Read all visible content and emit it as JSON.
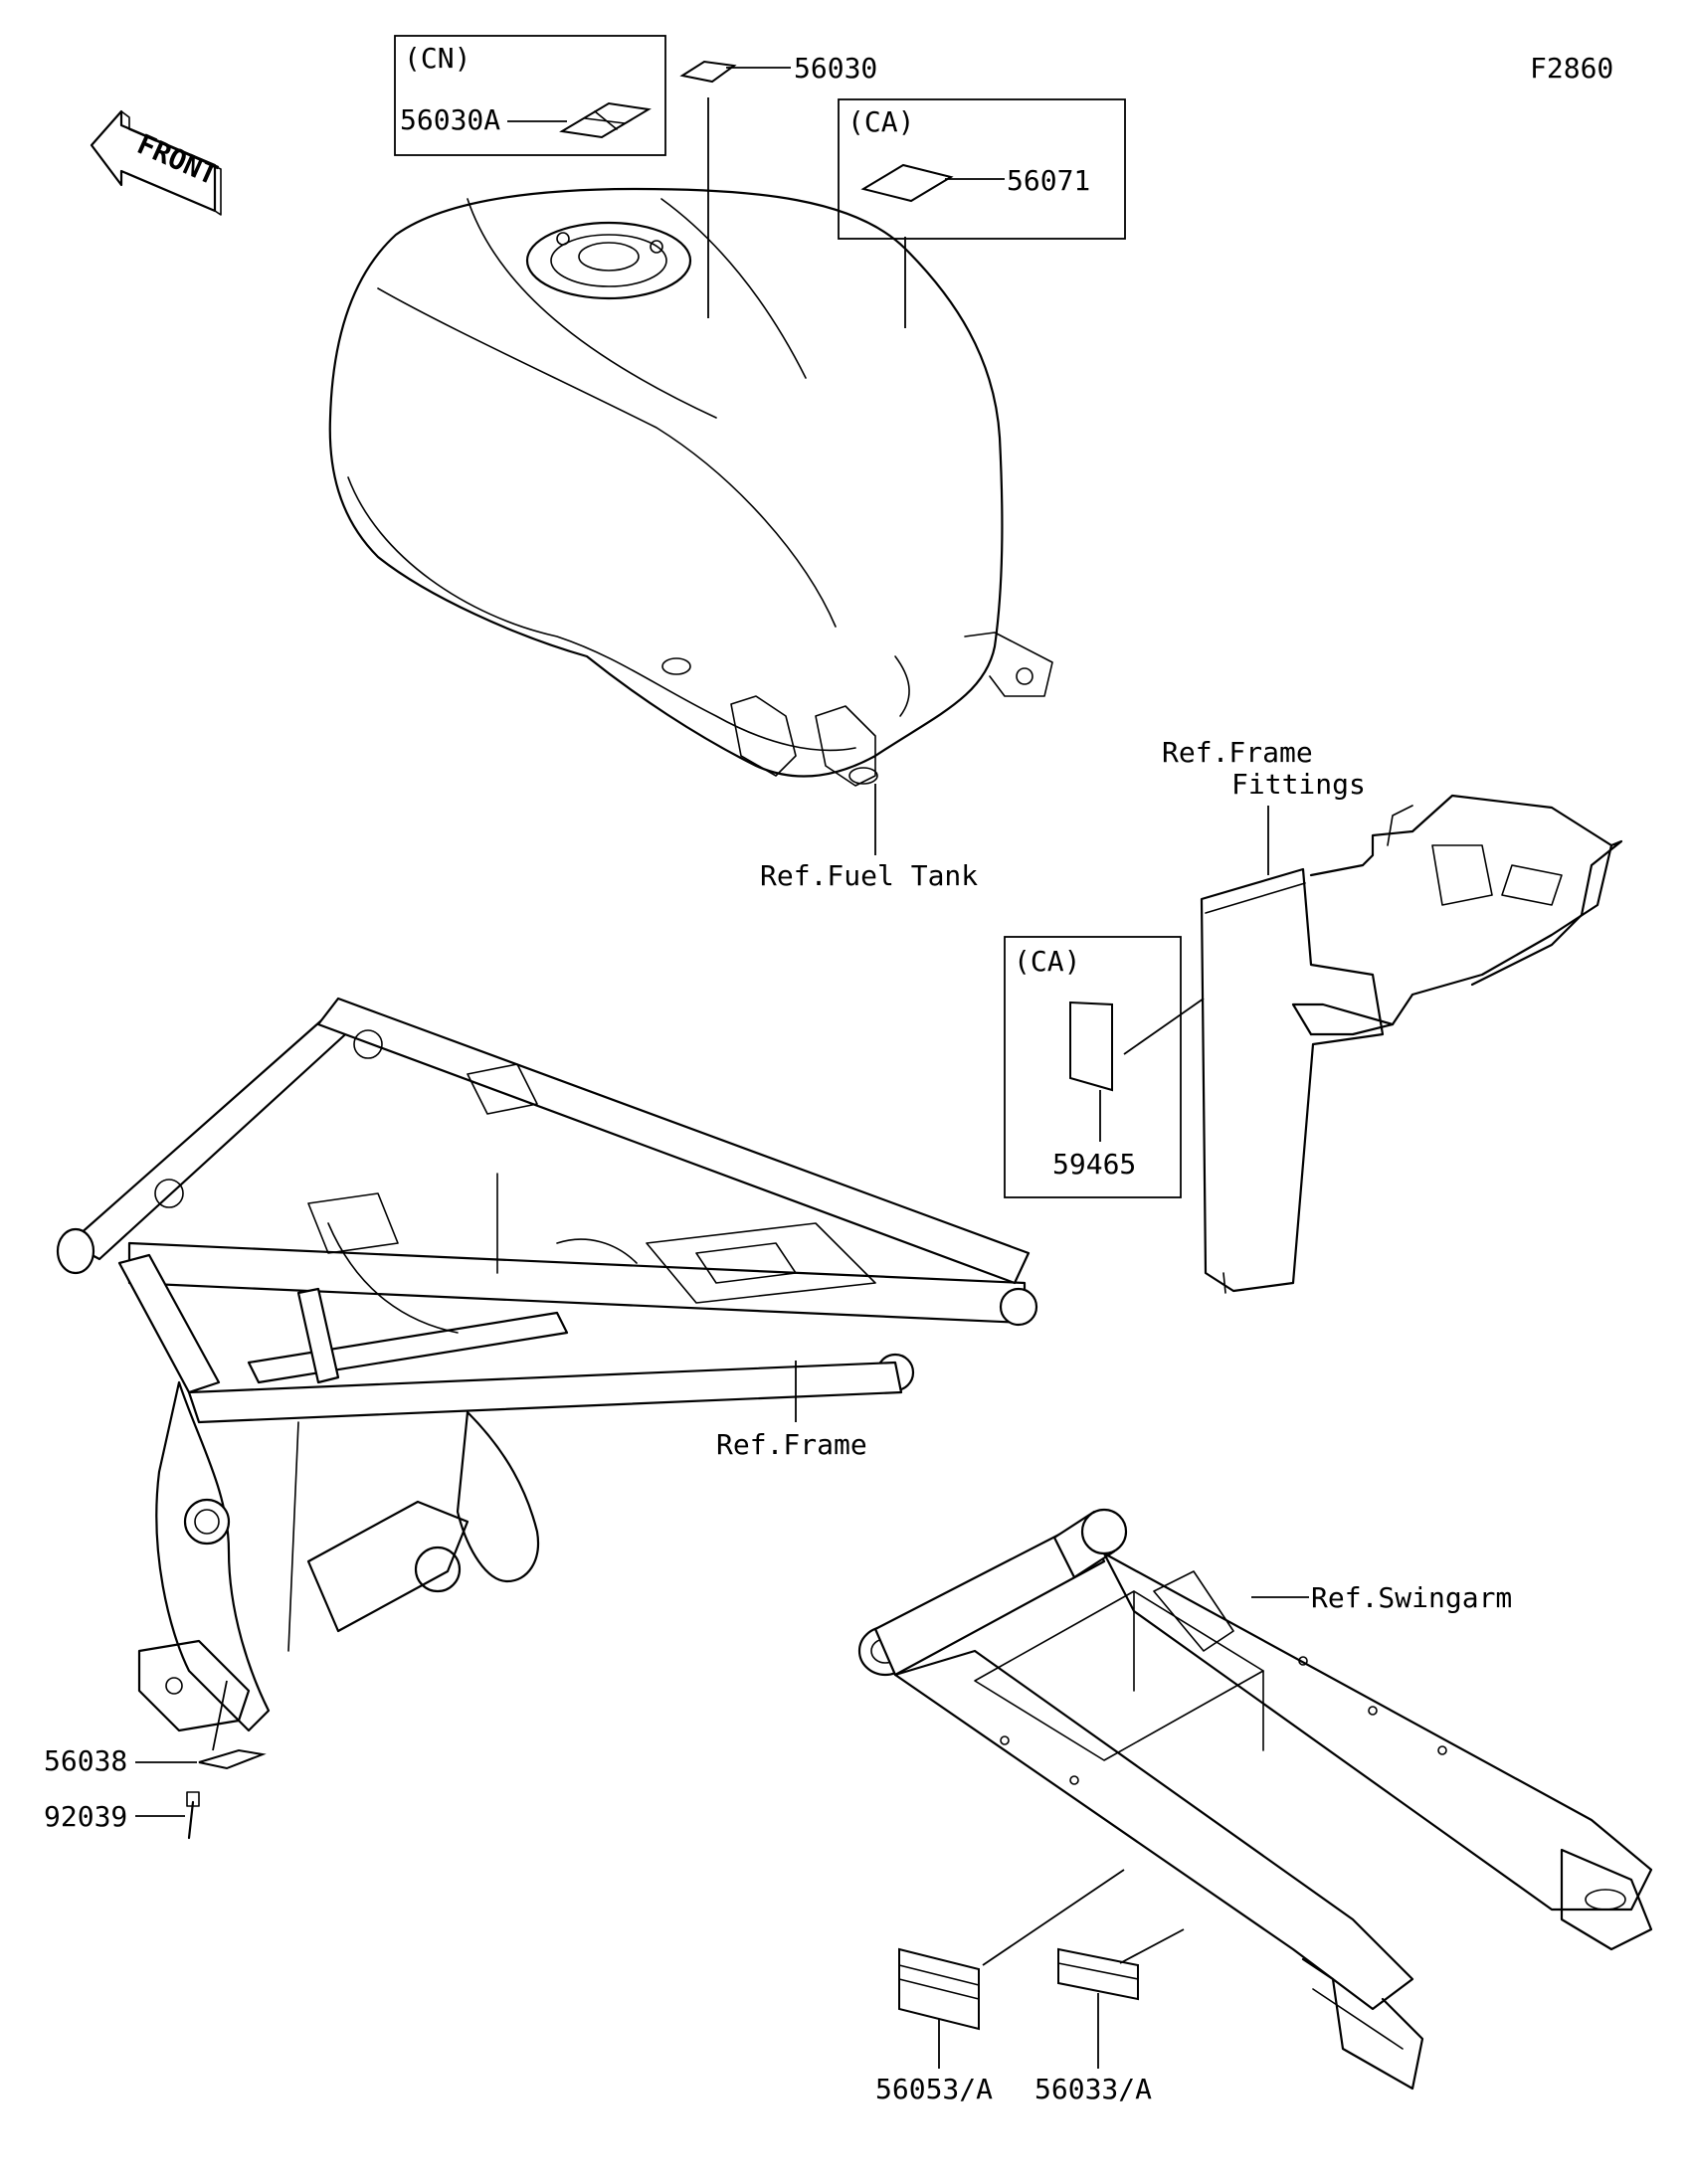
{
  "figure_code": "F2860",
  "front_indicator": "FRONT",
  "boxes": {
    "cn": {
      "region": "(CN)",
      "part": "56030A"
    },
    "ca_tank": {
      "region": "(CA)",
      "part": "56071"
    },
    "ca_fittings": {
      "region": "(CA)",
      "part": "59465"
    }
  },
  "parts": {
    "p56030": "56030",
    "p56038": "56038",
    "p92039": "92039",
    "p56053": "56053/A",
    "p56033": "56033/A"
  },
  "references": {
    "fuel_tank": "Ref.Fuel Tank",
    "frame_fittings_1": "Ref.Frame",
    "frame_fittings_2": "Fittings",
    "frame": "Ref.Frame",
    "swingarm": "Ref.Swingarm"
  }
}
